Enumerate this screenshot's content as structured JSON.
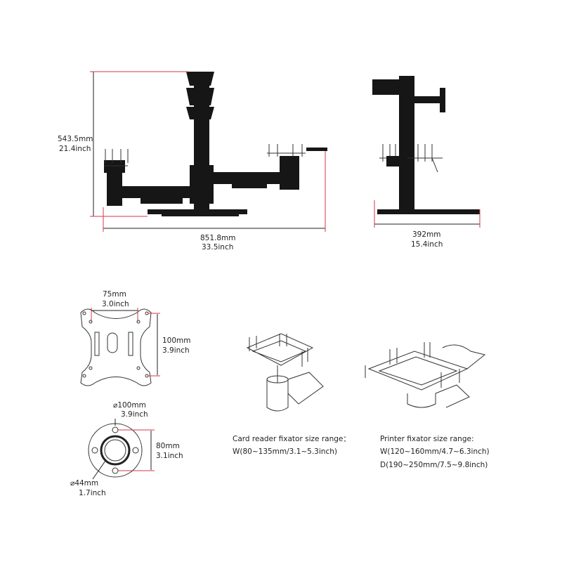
{
  "front_view": {
    "height_mm": "543.5mm",
    "height_inch": "21.4inch",
    "width_mm": "851.8mm",
    "width_inch": "33.5inch"
  },
  "side_view": {
    "depth_mm": "392mm",
    "depth_inch": "15.4inch"
  },
  "vesa_plate": {
    "width_mm": "75mm",
    "width_inch": "3.0inch",
    "height_mm": "100mm",
    "height_inch": "3.9inch"
  },
  "round_mount": {
    "outer_diameter_mm": "⌀100mm",
    "outer_diameter_inch": "3.9inch",
    "hole_spacing_mm": "80mm",
    "hole_spacing_inch": "3.1inch",
    "inner_diameter_mm": "⌀44mm",
    "inner_diameter_inch": "1.7inch"
  },
  "card_reader": {
    "title": "Card reader fixator size range：",
    "width_range": "W(80~135mm/3.1~5.3inch)"
  },
  "printer": {
    "title": "Printer fixator size range:",
    "width_range": "W(120~160mm/4.7~6.3inch)",
    "depth_range": "D(190~250mm/7.5~9.8inch)"
  }
}
